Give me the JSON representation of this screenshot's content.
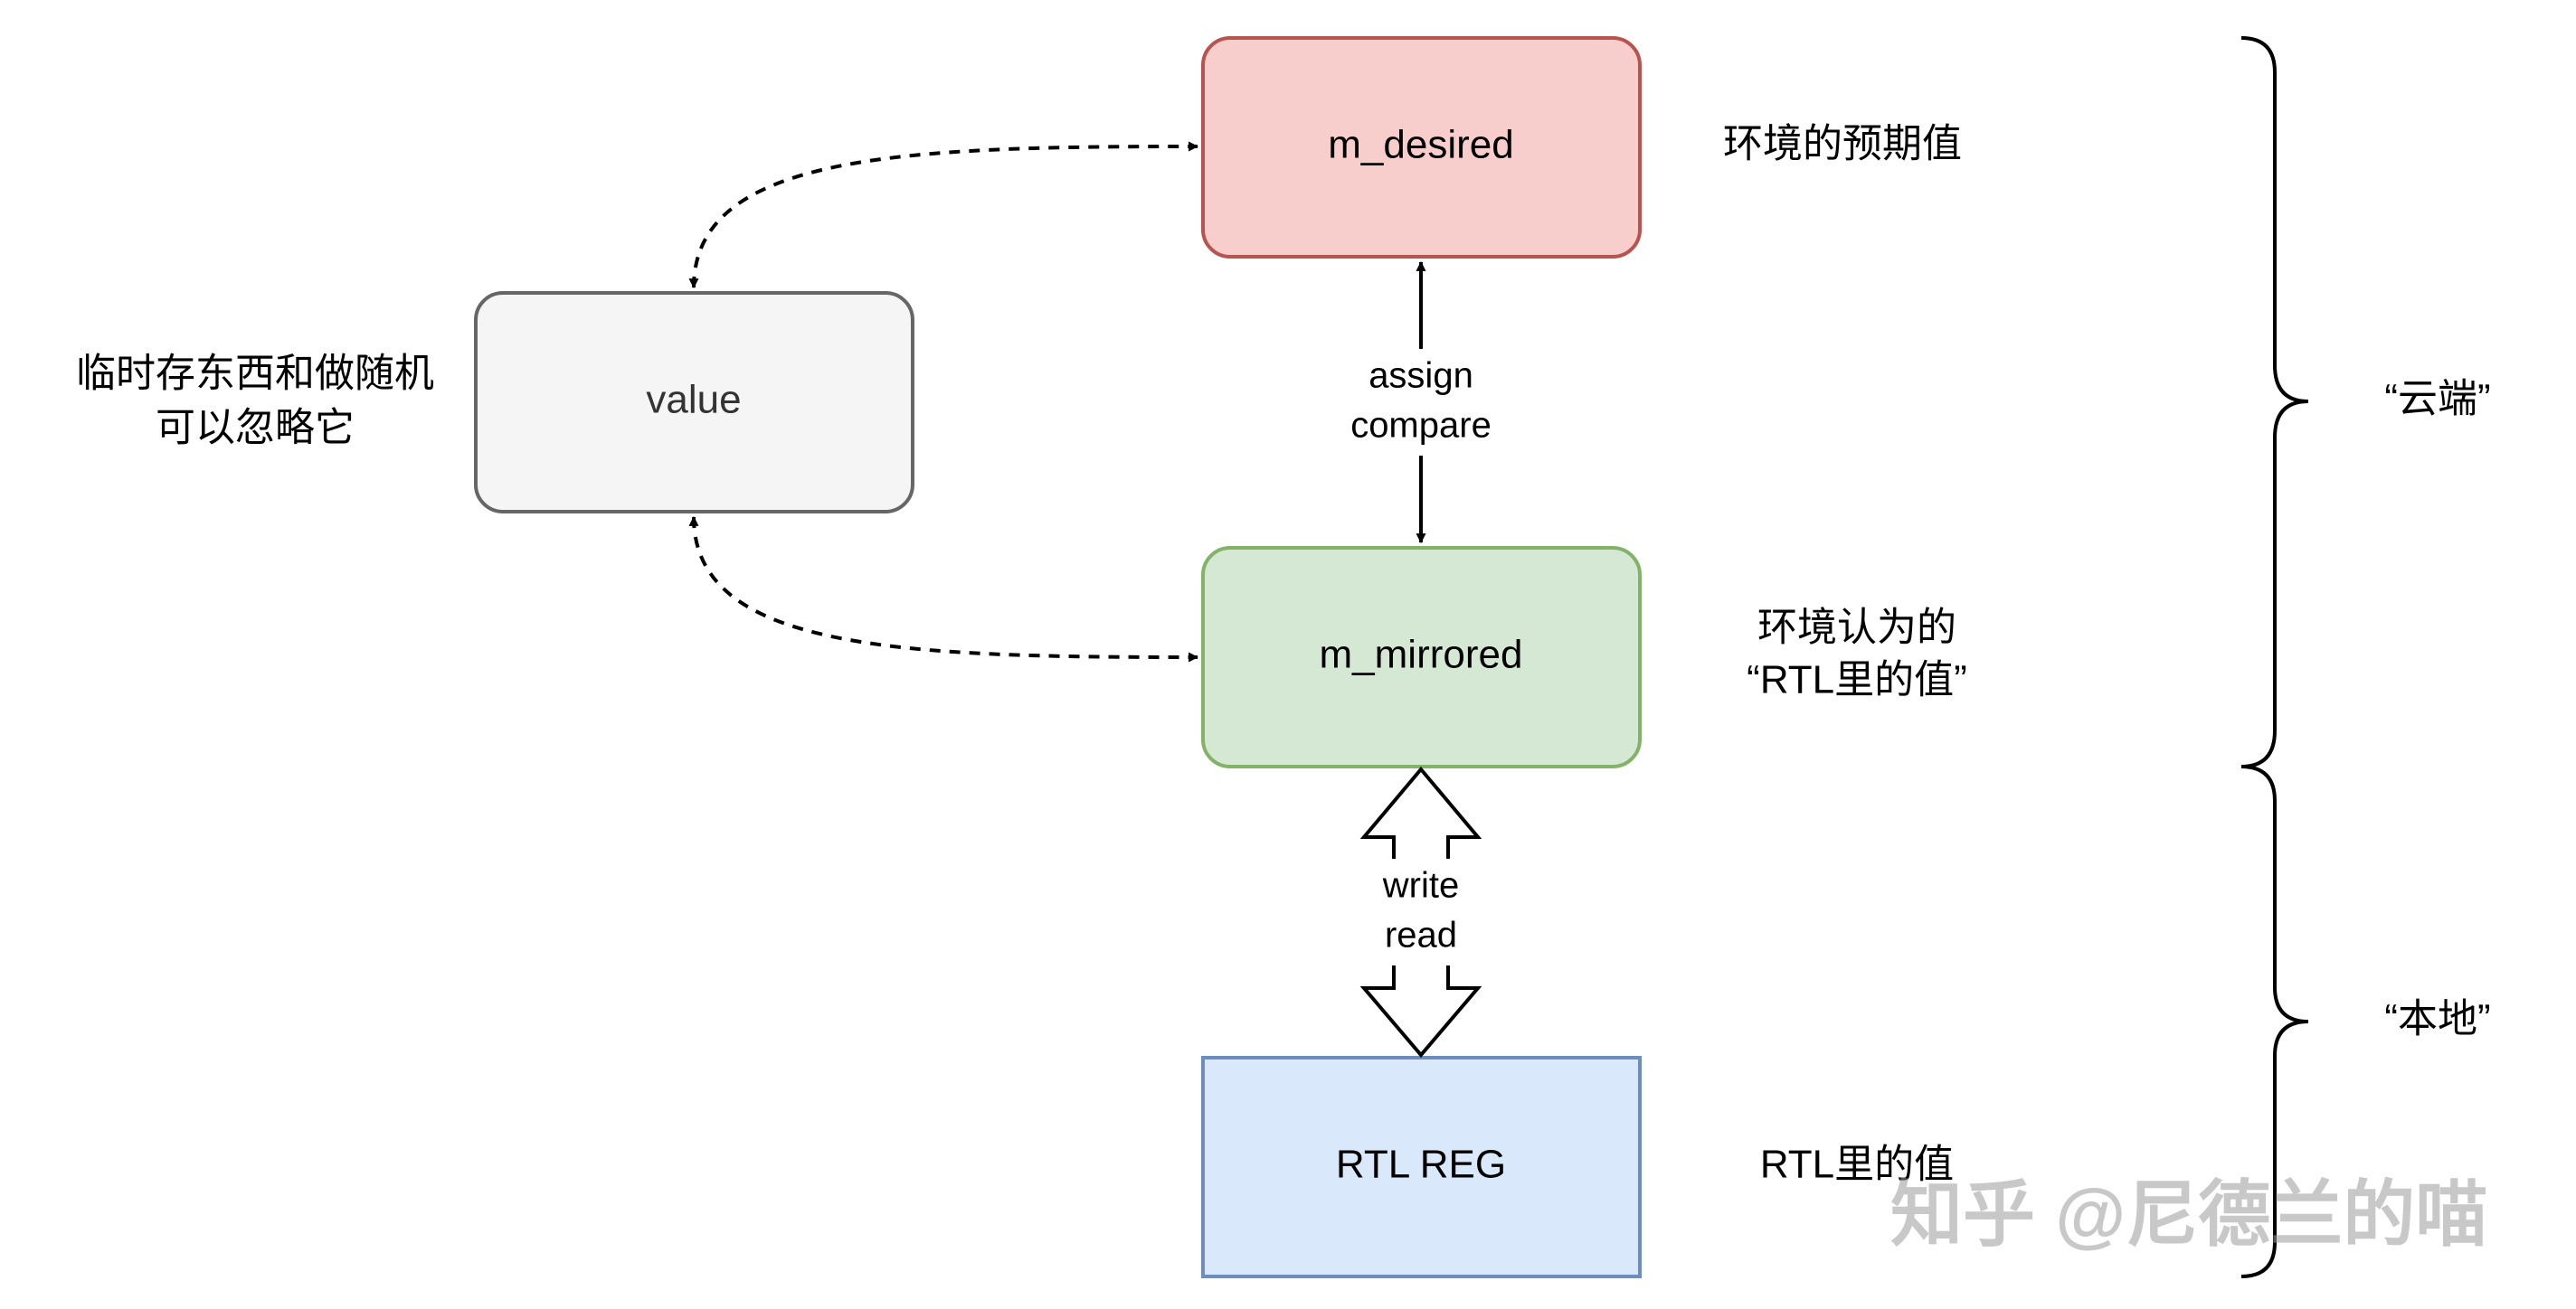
{
  "nodes": {
    "desired": {
      "label": "m_desired",
      "fill": "#f8cecc",
      "stroke": "#b85450"
    },
    "mirrored": {
      "label": "m_mirrored",
      "fill": "#d5e8d4",
      "stroke": "#82b366"
    },
    "value": {
      "label": "value",
      "fill": "#f5f5f5",
      "stroke": "#666666"
    },
    "rtl_reg": {
      "label": "RTL REG",
      "fill": "#dae8fc",
      "stroke": "#6c8ebf"
    }
  },
  "edges": {
    "assign_compare": {
      "line1": "assign",
      "line2": "compare"
    },
    "write_read": {
      "line1": "write",
      "line2": "read"
    }
  },
  "annotations": {
    "desired_note": "环境的预期值",
    "mirrored_note_line1": "环境认为的",
    "mirrored_note_line2": "“RTL里的值”",
    "rtl_note": "RTL里的值",
    "value_note_line1": "临时存东西和做随机",
    "value_note_line2": "可以忽略它"
  },
  "braces": {
    "cloud": "“云端”",
    "local": "“本地”"
  },
  "watermark": "知乎 @尼德兰的喵"
}
